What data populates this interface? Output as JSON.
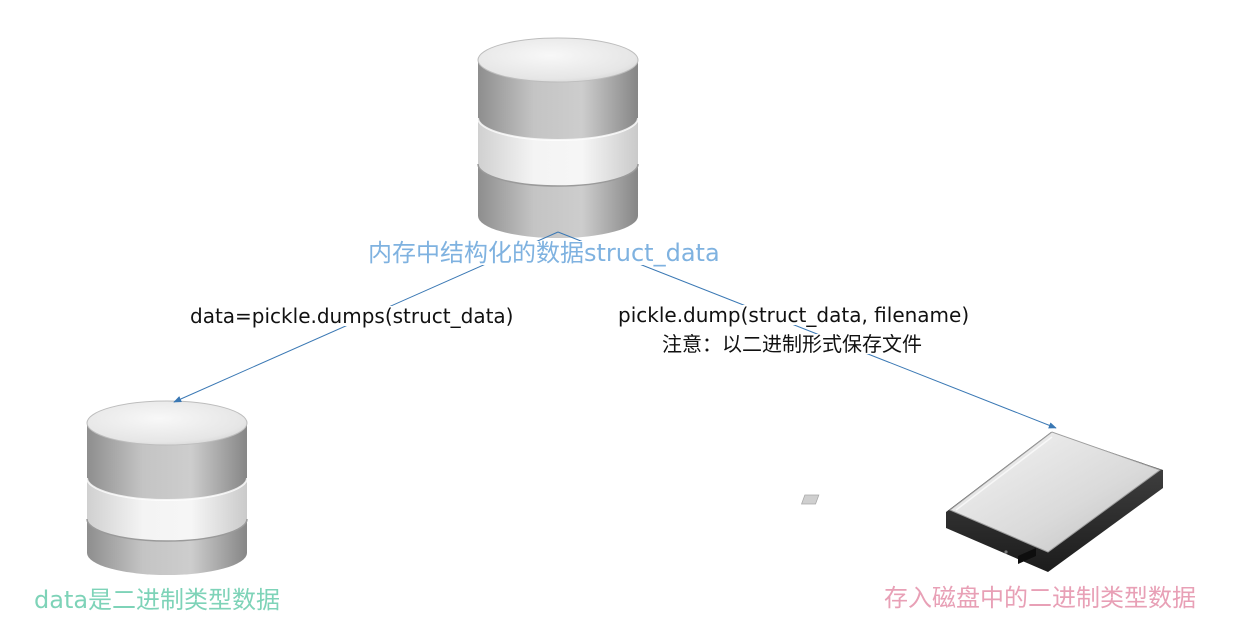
{
  "labels": {
    "memory_label": "内存中结构化的数据struct_data",
    "dumps_label": "data=pickle.dumps(struct_data)",
    "dump_label": "pickle.dump(struct_data, filename)",
    "note_label": "注意：以二进制形式保存文件",
    "bytes_label": "data是二进制类型数据",
    "disk_label": "存入磁盘中的二进制类型数据"
  },
  "colors": {
    "memory_label": "#7fb2e0",
    "bytes_label": "#7ed3b8",
    "disk_label": "#e8a0b6",
    "arrow": "#3a78b4"
  },
  "icons": [
    "database-icon",
    "database-icon",
    "external-hard-drive-icon"
  ]
}
